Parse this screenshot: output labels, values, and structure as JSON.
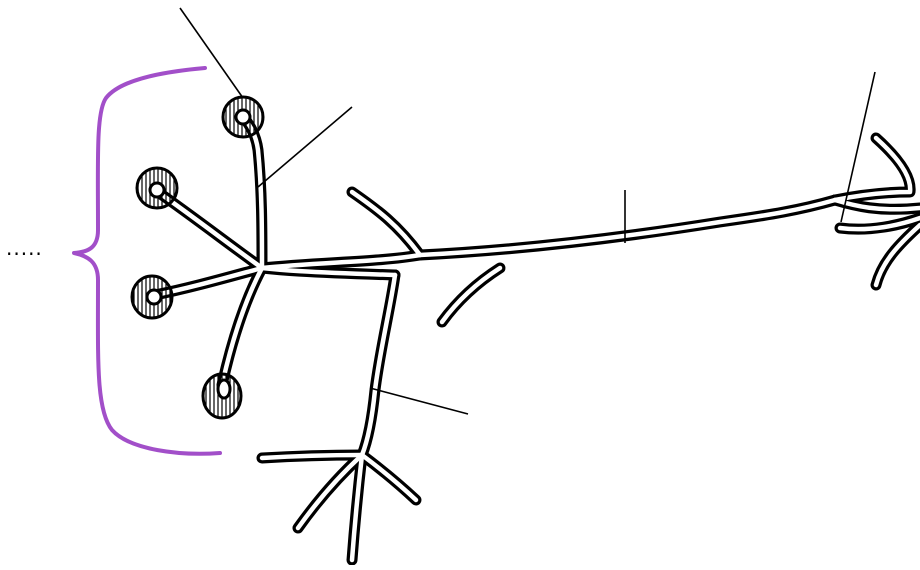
{
  "diagram": {
    "dots_text": ".....",
    "colors": {
      "ink": "#000000",
      "inner": "#ffffff",
      "brace": "#a24fc9"
    },
    "structures": {
      "brace": "curly-bracket",
      "suckers": 4,
      "blank_label_lines": 5
    }
  }
}
